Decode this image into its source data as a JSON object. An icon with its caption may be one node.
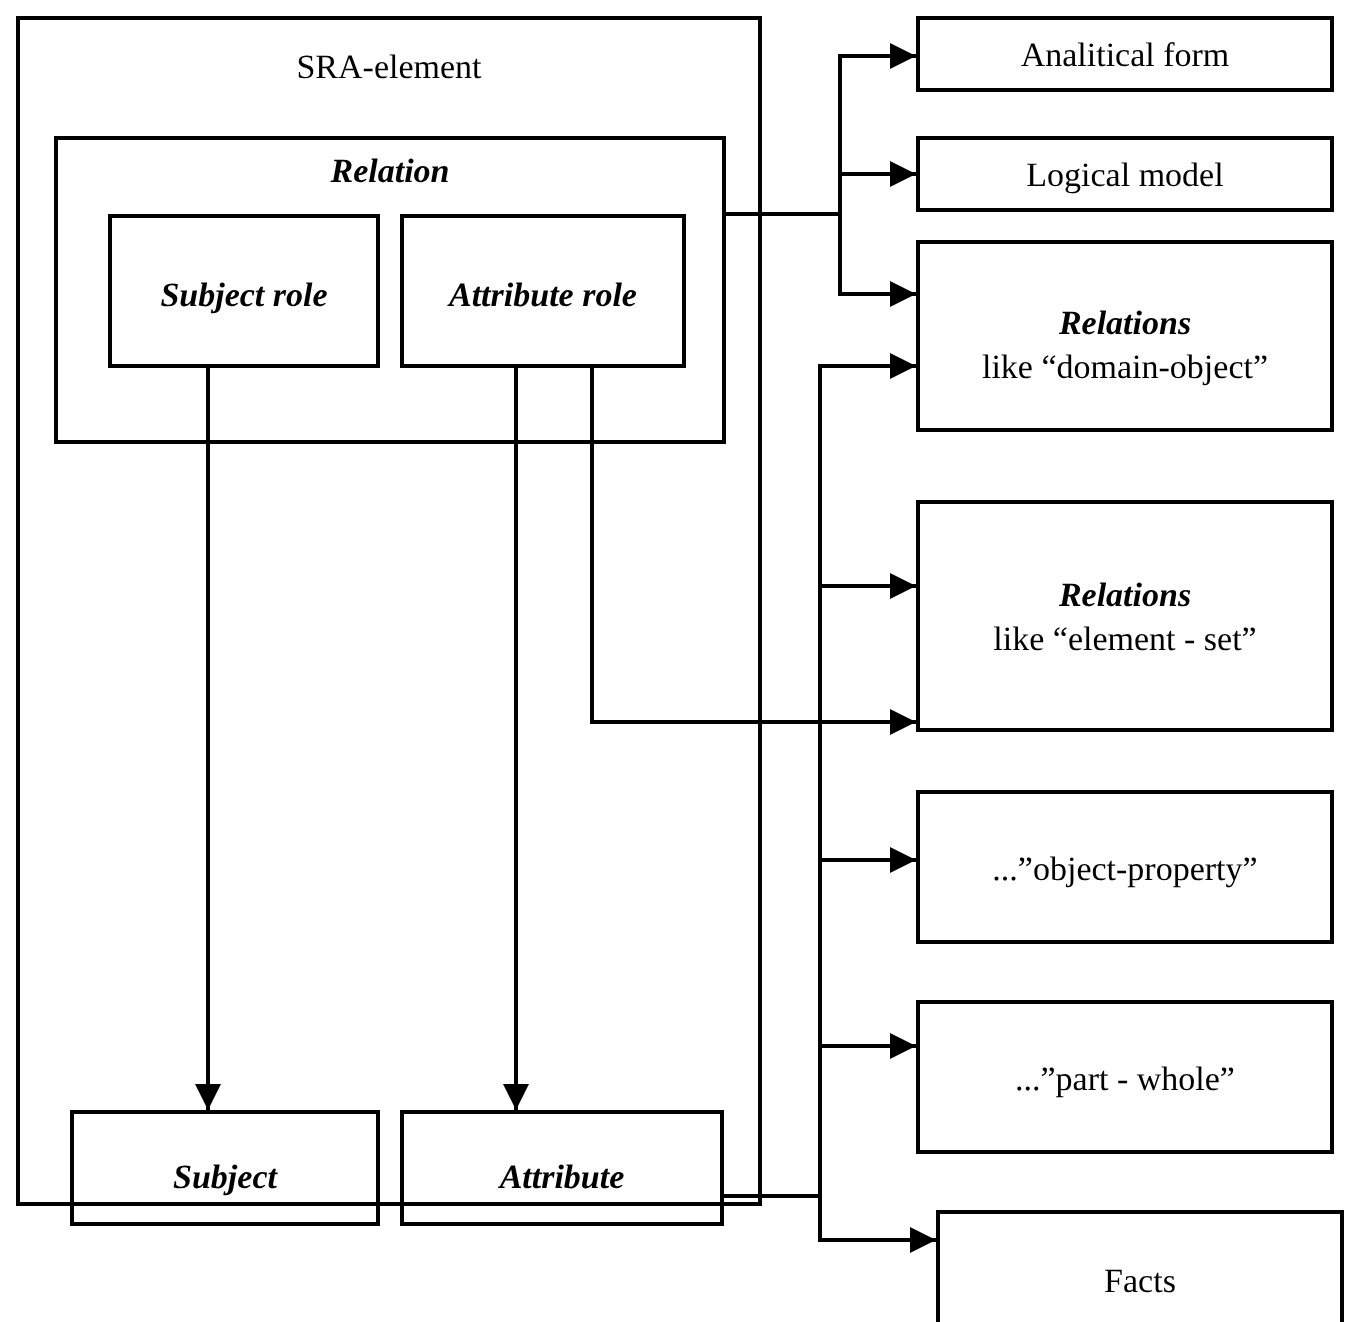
{
  "diagram": {
    "nodes": [
      {
        "text": [
          "SRA-element"
        ]
      },
      {
        "text": [
          "Relation"
        ],
        "in": 0
      },
      {
        "text": [
          "Subject role"
        ],
        "in": 1
      },
      {
        "text": [
          "Attribute role"
        ],
        "in": 1
      },
      {
        "text": [
          "Subject"
        ]
      },
      {
        "text": [
          "Attribute"
        ]
      },
      {
        "text": [
          "Analitical form"
        ]
      },
      {
        "text": [
          "Logical model"
        ]
      },
      {
        "text": [
          "Relations",
          "like “domain-object”"
        ]
      },
      {
        "text": [
          "Relations",
          "like “element - set”"
        ]
      },
      {
        "text": [
          "...”object-property”"
        ]
      },
      {
        "text": [
          "...”part -  whole”"
        ]
      },
      {
        "text": [
          "Facts"
        ]
      }
    ],
    "edges": [
      {
        "from": 1,
        "to": 6,
        "arrow": "to"
      },
      {
        "from": 1,
        "to": 7,
        "arrow": "to"
      },
      {
        "from": 1,
        "to": 8,
        "arrow": "to"
      },
      {
        "from": 2,
        "to": 4,
        "arrow": "to"
      },
      {
        "from": 3,
        "to": 5,
        "arrow": "to"
      },
      {
        "from": 3,
        "to": 9,
        "arrow": "to"
      },
      {
        "from": 5,
        "to": 8,
        "arrow": "to"
      },
      {
        "from": 5,
        "to": 9,
        "arrow": "to"
      },
      {
        "from": 5,
        "to": 10,
        "arrow": "to"
      },
      {
        "from": 5,
        "to": 11,
        "arrow": "to"
      },
      {
        "from": 5,
        "to": 12,
        "arrow": "to"
      }
    ]
  }
}
